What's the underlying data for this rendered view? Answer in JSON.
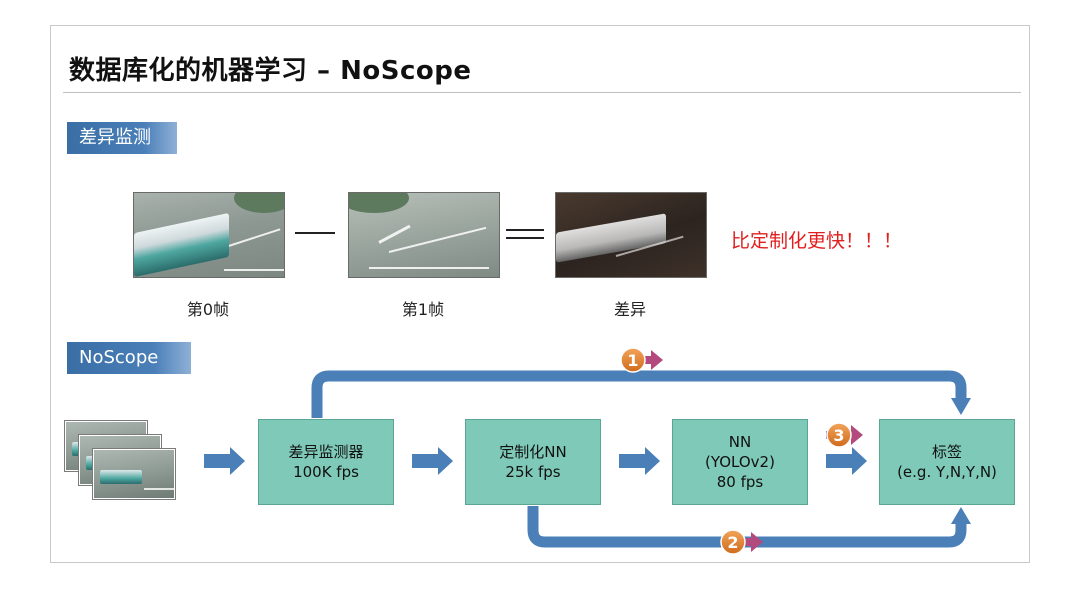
{
  "slide": {
    "title": "数据库化的机器学习 – NoScope"
  },
  "section1": {
    "tag": "差异监测",
    "frames": [
      {
        "label": "第0帧"
      },
      {
        "label": "第1帧"
      },
      {
        "label": "差异"
      }
    ],
    "minus_symbol": "—",
    "equals_symbol": "=",
    "callout": "比定制化更快！！！",
    "callout_color": "#e01f1f"
  },
  "section2": {
    "tag": "NoScope",
    "boxes": [
      {
        "line1": "差异监测器",
        "line2": "100K fps",
        "line3": ""
      },
      {
        "line1": "定制化NN",
        "line2": "25k fps",
        "line3": ""
      },
      {
        "line1": "NN",
        "line2": "(YOLOv2)",
        "line3": "80 fps"
      },
      {
        "line1": "标签",
        "line2": "(e.g. Y,N,Y,N)",
        "line3": ""
      }
    ],
    "badges": [
      "1",
      "2",
      "3"
    ],
    "box_color": "#7fc9b8",
    "arrow_color": "#4a7fb8",
    "badge_color": "#e0832c"
  }
}
